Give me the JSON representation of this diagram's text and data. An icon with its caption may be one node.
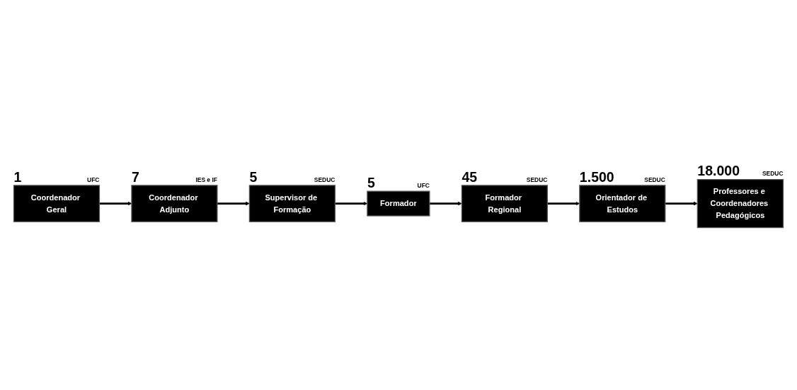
{
  "diagram": {
    "nodes": [
      {
        "text": [
          "Coordenador Geral"
        ],
        "beside": [
          "1",
          "UFC"
        ]
      },
      {
        "text": [
          "Coordenador Adjunto"
        ],
        "beside": [
          "7",
          "IES e IF"
        ]
      },
      {
        "text": [
          "Supervisor de Formação"
        ],
        "beside": [
          "5",
          "SEDUC"
        ]
      },
      {
        "text": [
          "Formador"
        ],
        "beside": [
          "5",
          "UFC"
        ]
      },
      {
        "text": [
          "Formador Regional"
        ],
        "beside": [
          "45",
          "SEDUC"
        ]
      },
      {
        "text": [
          "Orientador de Estudos"
        ],
        "beside": [
          "1.500",
          "SEDUC"
        ]
      },
      {
        "text": [
          "Professores e Coordenadores Pedagógicos"
        ],
        "beside": [
          "18.000",
          "SEDUC"
        ]
      }
    ],
    "edges": [
      {
        "from": 0,
        "to": 1,
        "arrow": "to"
      },
      {
        "from": 1,
        "to": 2,
        "arrow": "to"
      },
      {
        "from": 2,
        "to": 3,
        "arrow": "to"
      },
      {
        "from": 3,
        "to": 4,
        "arrow": "to"
      },
      {
        "from": 4,
        "to": 5,
        "arrow": "to"
      },
      {
        "from": 5,
        "to": 6,
        "arrow": "to"
      }
    ]
  }
}
